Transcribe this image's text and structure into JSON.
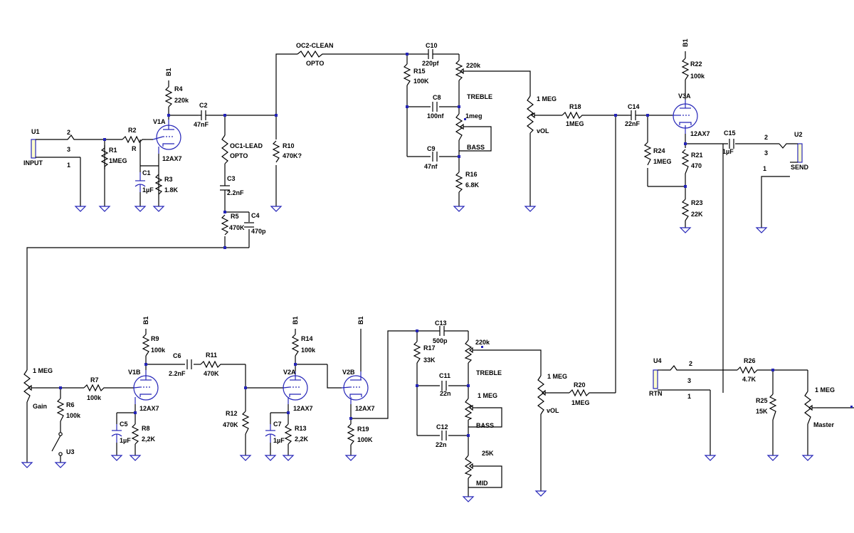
{
  "labels": {
    "U1": "U1",
    "INPUT": "INPUT",
    "p2": "2",
    "p3": "3",
    "p1": "1",
    "R1": "R1",
    "R1v": "1MEG",
    "R2": "R2",
    "R2v": "R",
    "B1": "B1",
    "R4": "R4",
    "R4v": "220k",
    "V1A": "V1A",
    "V1Av": "12AX7",
    "C1": "C1",
    "C1v": "1µF",
    "R3": "R3",
    "R3v": "1.8K",
    "C2": "C2",
    "C2v": "47nF",
    "OC1": "OC1-LEAD",
    "OPTO": "OPTO",
    "C3": "C3",
    "C3v": "2.2nF",
    "R5": "R5",
    "R5v": "470K",
    "C4": "C4",
    "C4v": "470p",
    "R10": "R10",
    "R10v": "470K?",
    "OC2": "OC2-CLEAN",
    "C10": "C10",
    "C10v": "220pf",
    "R15": "R15",
    "R15v": "100K",
    "C8": "C8",
    "C8v": "100nf",
    "C9": "C9",
    "C9v": "47nf",
    "P220k": "220k",
    "TREBLE": "TREBLE",
    "P1meg": "1meg",
    "BASS": "BASS",
    "R16": "R16",
    "R16v": "6.8K",
    "MEG": "1 MEG",
    "VOL": "vOL",
    "R18": "R18",
    "R18v": "1MEG",
    "C14": "C14",
    "C14v": "22nF",
    "R22": "R22",
    "R22v": "100k",
    "V3A": "V3A",
    "V3Av": "12AX7",
    "C15": "C15",
    "C15v": "1µF",
    "U2": "U2",
    "SEND": "SEND",
    "R24": "R24",
    "R24v": "1MEG",
    "R21": "R21",
    "R21v": "470",
    "R23": "R23",
    "R23v": "22K",
    "Gain": "Gain",
    "R7": "R7",
    "R7v": "100k",
    "R6": "R6",
    "R6v": "100k",
    "U3": "U3",
    "V1B": "V1B",
    "V1Bv": "12AX7",
    "R9": "R9",
    "R9v": "100k",
    "C5": "C5",
    "C5v": "1µF",
    "R8": "R8",
    "R8v": "2,2K",
    "C6": "C6",
    "C6v": "2.2nF",
    "R11": "R11",
    "R11v": "470K",
    "R12": "R12",
    "R12v": "470K",
    "R14": "R14",
    "R14v": "100k",
    "V2A": "V2A",
    "V2Av": "12AX7",
    "C7": "C7",
    "C7v": "1µF",
    "R13": "R13",
    "R13v": "2,2K",
    "V2B": "V2B",
    "V2Bv": "12AX7",
    "R19": "R19",
    "R19v": "100K",
    "C13": "C13",
    "C13v": "500p",
    "R17": "R17",
    "R17v": "33K",
    "C11": "C11",
    "C11v": "22n",
    "C12": "C12",
    "C12v": "22n",
    "MEGbass": "1 MEG",
    "P25K": "25K",
    "MID": "MID",
    "R20": "R20",
    "R20v": "1MEG",
    "U4": "U4",
    "RTN": "RTN",
    "R26": "R26",
    "R26v": "4.7K",
    "R25": "R25",
    "R25v": "15K",
    "MEGmaster": "1 MEG",
    "Master": "Master"
  }
}
